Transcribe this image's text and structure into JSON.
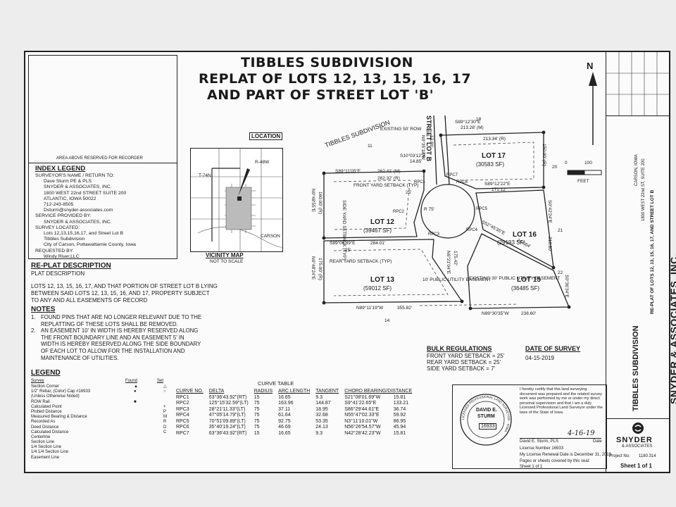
{
  "title": {
    "line1": "TIBBLES SUBDIVISION",
    "line2": "REPLAT OF LOTS 12, 13, 15, 16, 17",
    "line3": "AND PART OF STREET LOT 'B'"
  },
  "recorder_note": "AREA ABOVE RESERVED FOR RECORDER",
  "index_legend": {
    "heading": "INDEX LEGEND",
    "lines": [
      "SURVEYOR'S NAME / RETURN TO:",
      "Dave Sturm PE & PLS",
      "SNYDER & ASSOCIATES, INC.",
      "1800 WEST 22nd STREET SUITE 200",
      "ATLANTIC, IOWA 50022",
      "712-243-8505",
      "Dsturm@snyder-associates.com",
      "SERVICE PROVIDED BY:",
      "SNYDER & ASSOCIATES, INC.",
      "SURVEY LOCATED:",
      "Lots 12,13,15,16,17, and Street Lot B",
      "Tibbles Subdivision",
      "City of Carson, Pottawattamie County, Iowa",
      "REQUESTED BY:",
      "Windy River,LLC"
    ]
  },
  "vicinity": {
    "location": "LOCATION",
    "r48w": "R-48W",
    "t74n": "T-74N",
    "carson": "CARSON",
    "caption": "VICINITY MAP",
    "scale": "NOT TO SCALE"
  },
  "replat": {
    "heading": "RE-PLAT DESCRIPTION",
    "sub": "PLAT DESCRIPTION",
    "lines": [
      "LOTS 12, 13, 15, 16, 17, AND THAT PORTION OF STREET LOT B LYING",
      "BETWEEN SAID LOTS 12, 13, 15, 16, AND 17, PROPERTY SUBJECT",
      "TO ANY AND ALL EASEMENTS OF RECORD"
    ]
  },
  "notes": {
    "heading": "NOTES",
    "items": [
      {
        "n": "1.",
        "lines": [
          "FOUND PINS THAT ARE NO LONGER RELEVANT DUE TO THE",
          "REPLATTING OF THESE LOTS SHALL BE REMOVED."
        ]
      },
      {
        "n": "2.",
        "lines": [
          "AN EASEMENT 10' IN WIDTH IS HEREBY RESERVED ALONG",
          "THE FRONT BOUNDARY LINE AND AN EASEMENT 5' IN",
          "WIDTH IS HEREBY RESERVED ALONG THE SIDE BOUNDARY",
          "OF EACH LOT TO ALLOW FOR THE INSTALLATION AND",
          "MAINTENANCE OF UTILITIES."
        ]
      }
    ]
  },
  "legend": {
    "heading": "LEGEND",
    "col_survey": "Survey",
    "col_found": "Found",
    "col_set": "Set",
    "rows": [
      {
        "label": "Section Corner",
        "found": "▲",
        "set": "△"
      },
      {
        "label": "1/2\" Rebar, (Color) Cap #16933",
        "found": "●",
        "set": "○"
      },
      {
        "label": "(Unless Otherwise Noted)",
        "found": "",
        "set": ""
      },
      {
        "label": "ROW Rail",
        "found": "■",
        "set": ""
      },
      {
        "label": "Calculated Point",
        "found": "",
        "set": "+"
      },
      {
        "label": "Plotted Distance",
        "found": "",
        "set": "P"
      },
      {
        "label": "Measured Bearing & Distance",
        "found": "",
        "set": "M"
      },
      {
        "label": "Recorded As",
        "found": "",
        "set": "R"
      },
      {
        "label": "Deed Distance",
        "found": "",
        "set": "D"
      },
      {
        "label": "Calculated Distance",
        "found": "",
        "set": "C"
      },
      {
        "label": "Centerline",
        "found": "",
        "set": ""
      },
      {
        "label": "Section Line",
        "found": "",
        "set": ""
      },
      {
        "label": "1/4 Section Line",
        "found": "",
        "set": ""
      },
      {
        "label": "1/4 1/4 Section Line",
        "found": "",
        "set": ""
      },
      {
        "label": "Easement Line",
        "found": "",
        "set": ""
      }
    ]
  },
  "curve_table": {
    "title": "CURVE TABLE",
    "headers": [
      "CURVE NO.",
      "DELTA",
      "RADIUS",
      "ARC LENGTH",
      "TANGENT",
      "CHORD BEARING/DISTANCE"
    ],
    "rows": [
      [
        "RPC1",
        "63°36'43.92\"(RT)",
        "15",
        "16.65",
        "9.3",
        "S21°08'01.69\"W",
        "15.81"
      ],
      [
        "RPC2",
        "125°15'32.59\"(LT)",
        "75",
        "163.96",
        "144.87",
        "S9°41'22.65\"E",
        "133.21"
      ],
      [
        "RPC3",
        "28°21'11.33\"(LT)",
        "75",
        "37.11",
        "18.95",
        "S86°29'44.61\"E",
        "36.74"
      ],
      [
        "RPC4",
        "47°05'14.79\"(LT)",
        "75",
        "61.64",
        "32.68",
        "N55°47'02.33\"E",
        "59.92"
      ],
      [
        "RPC5",
        "70°51'09.89\"(LT)",
        "75",
        "92.75",
        "53.35",
        "N3°11'10.01\"W",
        "86.95"
      ],
      [
        "RPC6",
        "35°40'19.24\"(LT)",
        "75",
        "46.69",
        "24.13",
        "N56°26'54.57\"W",
        "45.94"
      ],
      [
        "RPC7",
        "63°36'43.92\"(RT)",
        "15",
        "16.65",
        "9.3",
        "N42°28'42.23\"W",
        "15.81"
      ]
    ]
  },
  "bulk": {
    "heading": "BULK REGULATIONS",
    "lines": [
      "FRONT YARD SETBACK = 25'",
      "REAR YARD SETBACK = 25'",
      "SIDE YARD SETBACK = 7'"
    ]
  },
  "survey_date": {
    "heading": "DATE OF SURVEY",
    "value": "04-15-2019"
  },
  "cert": {
    "text": [
      "I hereby certify that this land surveying",
      "document was prepared and the related survey",
      "work was performed by me or under my direct",
      "personal supervision and that I am a duly",
      "Licensed Professional Land Surveyor under the",
      "laws of the State of Iowa."
    ],
    "seal_name1": "DAVID E.",
    "seal_name2": "STURM",
    "seal_num": "16933",
    "seal_ring": "LICENSED PROFESSIONAL LAND SURVEYOR · IOWA",
    "signer": "David E. Sturm, PLS",
    "date_label": "Date",
    "date_sig": "4-16-19",
    "license": "License Number 16933",
    "renewal": "My License Renewal Date is December 31, 2019",
    "pages": "Pages or sheets covered by this seal:",
    "sheet": "Sheet 1 of 1"
  },
  "plat": {
    "north": "N",
    "scale_0": "0",
    "scale_100": "100",
    "feet": "FEET",
    "tibbles": "TIBBLES SUBDIVISION",
    "street_lot": "STREET LOT B",
    "existing_row": "EXISTING 50' ROW",
    "lot17": "LOT 17",
    "lot17_sf": "(30583 SF)",
    "lot12": "LOT 12",
    "lot12_sf": "(39467 SF)",
    "lot13": "LOT 13",
    "lot13_sf": "(59012 SF)",
    "lot16": "LOT 16",
    "lot16_sf": "(29193 SF)",
    "lot15": "LOT 15",
    "lot15_sf": "(36485 SF)",
    "n11": "11",
    "n14": "14",
    "n18": "18",
    "n20": "20",
    "n21": "21",
    "n22": "22",
    "b_top17": "S89°12'30\"E",
    "b_top17d": "213.28' (M)",
    "b_top17d2": "213.34' (R)",
    "b_lot12top": "S89°11'05\"E",
    "b_lot12d": "262.41' (M)",
    "b_lot12d2": "262.32' (R)",
    "b_s10": "S10°03'12\"E",
    "b_s10d": "14.85'",
    "b_n0": "N0°35'18\"W",
    "b_n0d": "12.89'",
    "b_lot17e": "150.00' (R)",
    "b_mid": "S89°12'22\"E",
    "b_midd": "171.12'",
    "b_lot12w": "N0°48'55\"E",
    "b_lot12wd": "160.00' (R)",
    "b_lot12s": "S89°06'39\"E",
    "b_lot12sd": "284.01'",
    "b_lot13w": "N0°48'24\"E",
    "b_lot13wd": "175.00' (R)",
    "b_bot": "N89°11'19\"W",
    "b_botd": "355.82'",
    "b_bot2": "N89°30'35\"W",
    "b_bot2d": "238.60'",
    "b_diag": "S52°45'35\"E",
    "b_diagd": "244.64'",
    "b_east": "S0°42'24\"E",
    "b_eastd": "218.80'",
    "b_east2": "S0°36'34\"E",
    "b_cen": "N6°21'04\"E",
    "b_cend": "175.42'",
    "front_setback": "FRONT YARD SETBACK (TYP)",
    "side_yard": "SIDE YARD SETBACK (TYP)",
    "rear_setback": "REAR YARD SETBACK (TYP)",
    "util_easement": "10' PUBLIC UTILITY EASEMENT",
    "exist_easement": "EXISTING 30' PUBLIC UTILITY EASEMENT",
    "d25": "25'",
    "d25b": "25'",
    "r75": "R 75'",
    "rpc1": "RPC1",
    "rpc2": "RPC2",
    "rpc3": "RPC3",
    "rpc4": "RPC4",
    "rpc5": "RPC5",
    "rpc6": "RPC6",
    "rpc7": "RPC7"
  },
  "side_strip": {
    "title": "TIBBLES SUBDIVISION",
    "subtitle": "RE-PLAT OF LOTS 12, 13, 15, 16, 17, AND STREET LOT B",
    "company": "SNYDER & ASSOCIATES, INC.",
    "address": "1800 WEST 22nd ST, SUITE 200",
    "city": "CARSON, IOWA",
    "logo_name": "SNYDER",
    "logo_sub": "& ASSOCIATES",
    "project_label": "Project No:",
    "project_no": "1180.314",
    "sheet": "Sheet 1 of 1"
  }
}
